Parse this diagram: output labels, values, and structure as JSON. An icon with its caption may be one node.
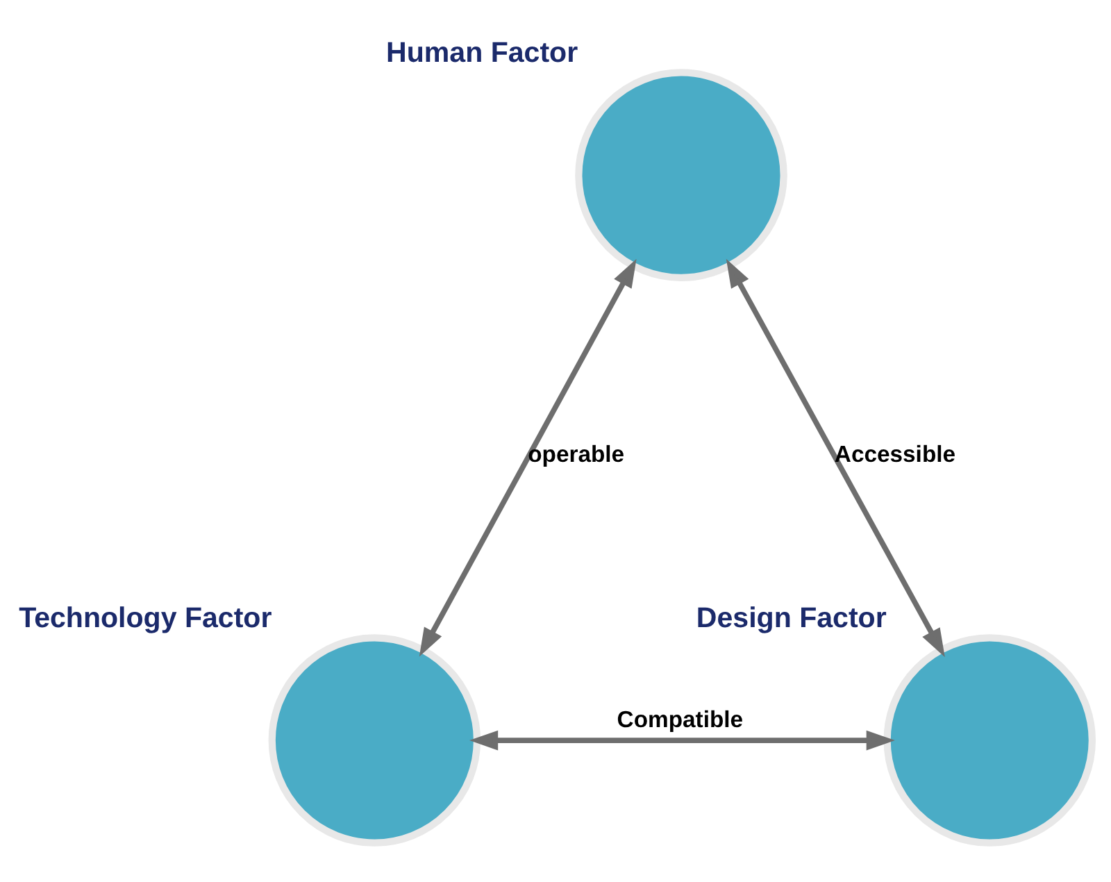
{
  "diagram": {
    "nodes": [
      {
        "text": [],
        "shape": "circle",
        "beside": [
          "Human Factor"
        ]
      },
      {
        "text": [],
        "shape": "circle",
        "beside": [
          "Technology Factor"
        ]
      },
      {
        "text": [],
        "shape": "circle",
        "beside": [
          "Design Factor"
        ]
      }
    ],
    "edges": [
      {
        "from": 1,
        "to": 0,
        "arrow": "both",
        "label": "operable"
      },
      {
        "from": 0,
        "to": 2,
        "arrow": "both",
        "label": "Accessible"
      },
      {
        "from": 1,
        "to": 2,
        "arrow": "both",
        "label": "Compatible"
      }
    ]
  }
}
